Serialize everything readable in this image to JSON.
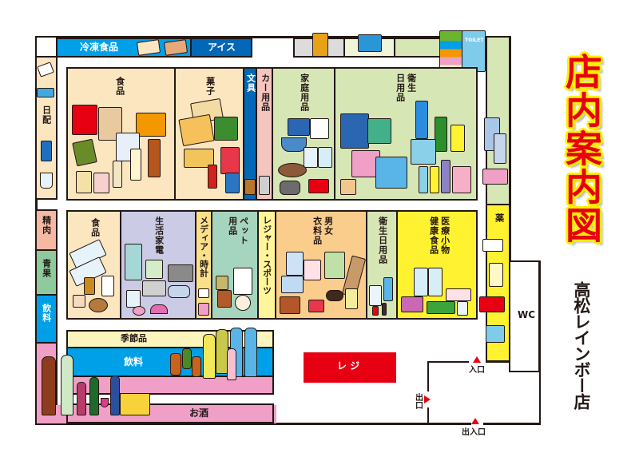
{
  "title": {
    "main": "店内案内図",
    "store_name": "高松レインボー店"
  },
  "colors": {
    "outline": "#231815",
    "frozen_blue": "#00a0e9",
    "ice_blue": "#0068b7",
    "food_beige": "#fbe6bf",
    "household_green": "#d7e6b5",
    "stationery_blue": "#0068b7",
    "car_pink": "#f5c6c0",
    "appliance_lavender": "#cbcbe6",
    "media_yellow": "#fbe08a",
    "pet_green": "#a5d5be",
    "leisure_yellow": "#fff59a",
    "clothing_orange": "#fbcd8c",
    "health_yellow": "#fff231",
    "meat_salmon": "#f5b8a3",
    "veg_green": "#8fca9d",
    "drinks_blue": "#00a0e9",
    "liquor_pink": "#f09fc7",
    "seasonal_cream": "#fbf5bd",
    "register_red": "#e60012",
    "title_red": "#e60012",
    "title_yellow": "#fff000"
  },
  "top_row": {
    "frozen": "冷凍食品",
    "ice": "アイス"
  },
  "upper_aisles": [
    {
      "id": "food",
      "label": "食品"
    },
    {
      "id": "snacks",
      "label": "菓子"
    },
    {
      "id": "stationery",
      "label": "文具"
    },
    {
      "id": "car",
      "label": "カー用品"
    },
    {
      "id": "household",
      "label": "家庭用品"
    },
    {
      "id": "hygiene",
      "label_line1": "衛生",
      "label_line2": "日用品"
    }
  ],
  "lower_aisles": [
    {
      "id": "food2",
      "label": "食品"
    },
    {
      "id": "appliances",
      "label": "生活家電"
    },
    {
      "id": "media",
      "label": "メディア・時計"
    },
    {
      "id": "pet",
      "label_line1": "ペット",
      "label_line2": "用品"
    },
    {
      "id": "leisure",
      "label": "レジャー・スポーツ"
    },
    {
      "id": "clothing",
      "label_line1": "男女",
      "label_line2": "衣料品"
    },
    {
      "id": "hygiene2",
      "label": "衛生日用品"
    },
    {
      "id": "health",
      "label_line1": "医療小物",
      "label_line2": "健康食品"
    }
  ],
  "left_wall": {
    "daily": "日配",
    "meat": "精肉",
    "produce": "青果",
    "drinks": "飲料"
  },
  "bottom": {
    "seasonal": "季節品",
    "drinks": "飲料",
    "liquor": "お酒"
  },
  "right_side": {
    "medicine": "薬",
    "wc": "WC"
  },
  "register": "レ ジ",
  "entrances": {
    "entrance": "入口",
    "exit": "出口",
    "entrance_exit": "出入口"
  }
}
